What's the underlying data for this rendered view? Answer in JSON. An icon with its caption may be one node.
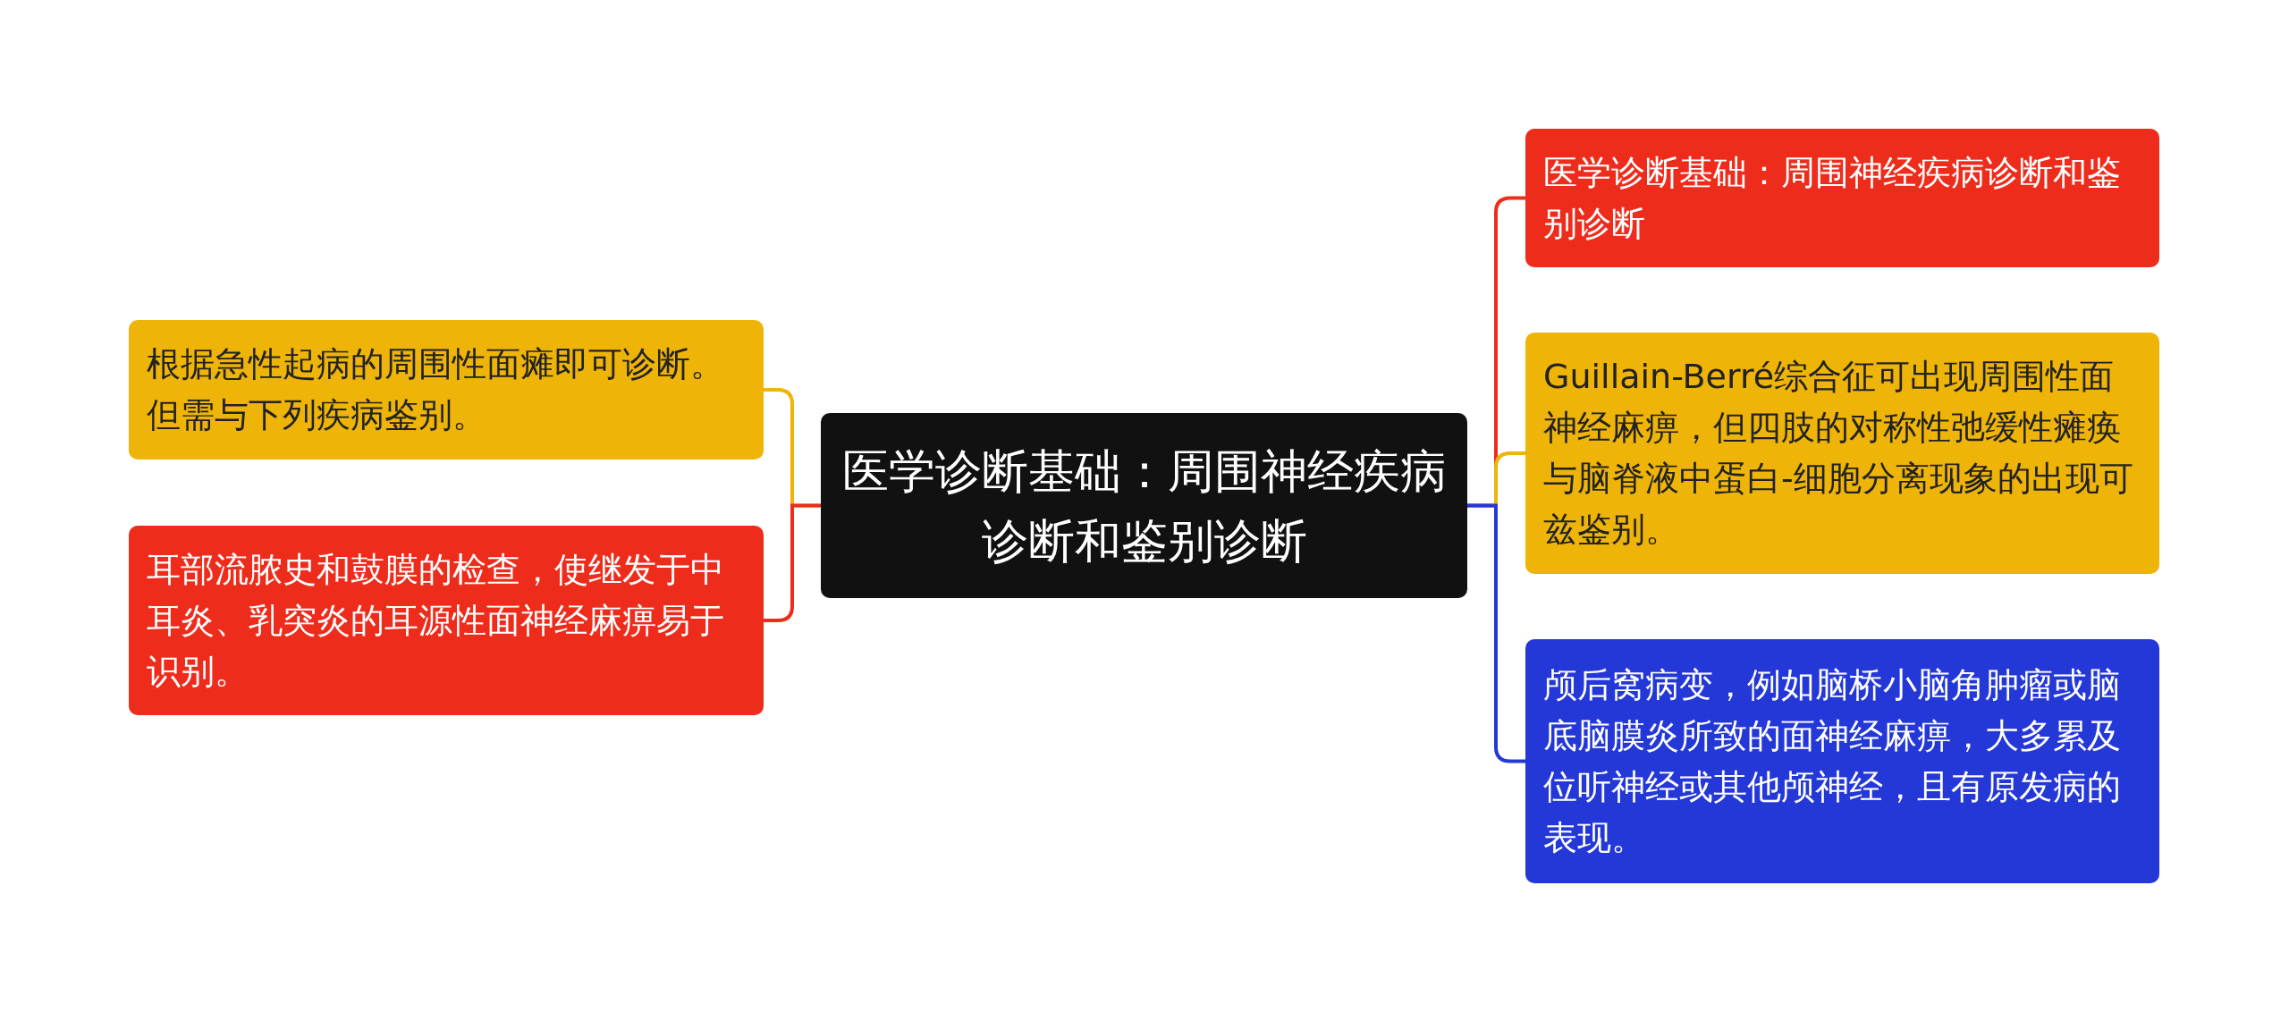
{
  "diagram": {
    "nodes": [
      {
        "text": [
          "医学诊断基础：周围神经疾病诊断和鉴别诊断"
        ]
      },
      {
        "text": [
          "根据急性起病的周围性面瘫即可诊断。但需与下列疾病鉴别。"
        ]
      },
      {
        "text": [
          "耳部流脓史和鼓膜的检查，使继发于中耳炎、乳突炎的耳源性面神经麻痹易于识别。"
        ]
      },
      {
        "text": [
          "医学诊断基础：周围神经疾病诊断和鉴别诊断"
        ]
      },
      {
        "text": [
          "Guillain-Berré综合征可出现周围性面神经麻痹，但四肢的对称性弛缓性瘫痪与脑脊液中蛋白-细胞分离现象的出现可兹鉴别。"
        ]
      },
      {
        "text": [
          "颅后窝病变，例如脑桥小脑角肿瘤或脑底脑膜炎所致的面神经麻痹，大多累及位听神经或其他颅神经，且有原发病的表现。"
        ]
      }
    ],
    "edges": [
      {
        "from": 0,
        "to": 1,
        "arrow": "none",
        "color": "#eeb408"
      },
      {
        "from": 0,
        "to": 2,
        "arrow": "none",
        "color": "#ee2c1c"
      },
      {
        "from": 0,
        "to": 3,
        "arrow": "none",
        "color": "#ee2c1c"
      },
      {
        "from": 0,
        "to": 4,
        "arrow": "none",
        "color": "#eeb408"
      },
      {
        "from": 0,
        "to": 5,
        "arrow": "none",
        "color": "#2438d8"
      }
    ]
  }
}
